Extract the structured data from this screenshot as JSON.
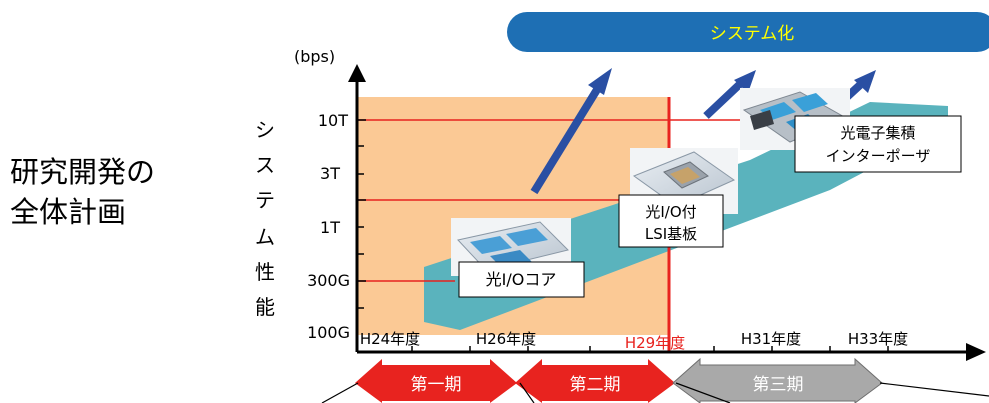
{
  "title_lines": [
    "研究開発の",
    "全体計画"
  ],
  "banner": {
    "label": "システム化",
    "color": "#1e6fb4"
  },
  "axis": {
    "y_unit": "(bps)",
    "y_label_chars": [
      "シ",
      "ス",
      "テ",
      "ム",
      "性",
      "能"
    ],
    "y_ticks": [
      "10T",
      "3T",
      "1T",
      "300G",
      "100G"
    ],
    "x_ticks": [
      "H24年度",
      "H26年度",
      "H29年度",
      "H31年度",
      "H33年度"
    ],
    "highlight_tick": "H29年度"
  },
  "milestones": [
    {
      "label_lines": [
        "光I/Oコア"
      ]
    },
    {
      "label_lines": [
        "光I/O付",
        "LSI基板"
      ]
    },
    {
      "label_lines": [
        "光電子集積",
        "インターポーザ"
      ]
    }
  ],
  "phases": [
    {
      "label": "第一期",
      "color": "#e8231f"
    },
    {
      "label": "第二期",
      "color": "#e8231f"
    },
    {
      "label": "第三期",
      "color": "#a9a9a9"
    }
  ],
  "colors": {
    "phase_region": "#fbc995",
    "current_line": "#e8231f",
    "trend_band": "#5ab3bd",
    "trend_arrow": "#2a4fa3",
    "grid_line": "#e8231f",
    "banner_text": "#ffff00"
  }
}
